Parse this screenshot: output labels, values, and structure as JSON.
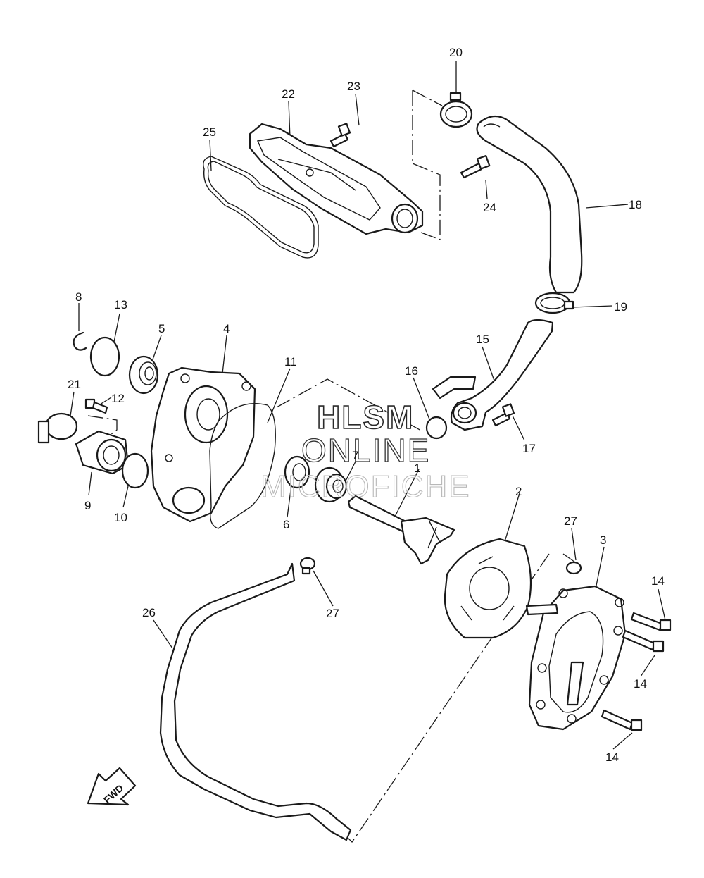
{
  "diagram": {
    "watermark": {
      "line1": "HLSM",
      "line2": "ONLINE",
      "line3": "MICROFICHE"
    },
    "fwd_label": "FWD",
    "callouts": [
      {
        "id": "c1",
        "label": "1"
      },
      {
        "id": "c2",
        "label": "2"
      },
      {
        "id": "c3",
        "label": "3"
      },
      {
        "id": "c4",
        "label": "4"
      },
      {
        "id": "c5",
        "label": "5"
      },
      {
        "id": "c6",
        "label": "6"
      },
      {
        "id": "c7",
        "label": "7"
      },
      {
        "id": "c8",
        "label": "8"
      },
      {
        "id": "c9",
        "label": "9"
      },
      {
        "id": "c10",
        "label": "10"
      },
      {
        "id": "c11",
        "label": "11"
      },
      {
        "id": "c12",
        "label": "12"
      },
      {
        "id": "c13",
        "label": "13"
      },
      {
        "id": "c14a",
        "label": "14"
      },
      {
        "id": "c14b",
        "label": "14"
      },
      {
        "id": "c14c",
        "label": "14"
      },
      {
        "id": "c15",
        "label": "15"
      },
      {
        "id": "c16",
        "label": "16"
      },
      {
        "id": "c17",
        "label": "17"
      },
      {
        "id": "c18",
        "label": "18"
      },
      {
        "id": "c19",
        "label": "19"
      },
      {
        "id": "c20",
        "label": "20"
      },
      {
        "id": "c21",
        "label": "21"
      },
      {
        "id": "c22",
        "label": "22"
      },
      {
        "id": "c23",
        "label": "23"
      },
      {
        "id": "c24",
        "label": "24"
      },
      {
        "id": "c25",
        "label": "25"
      },
      {
        "id": "c26",
        "label": "26"
      },
      {
        "id": "c27a",
        "label": "27"
      },
      {
        "id": "c27b",
        "label": "27"
      }
    ]
  }
}
